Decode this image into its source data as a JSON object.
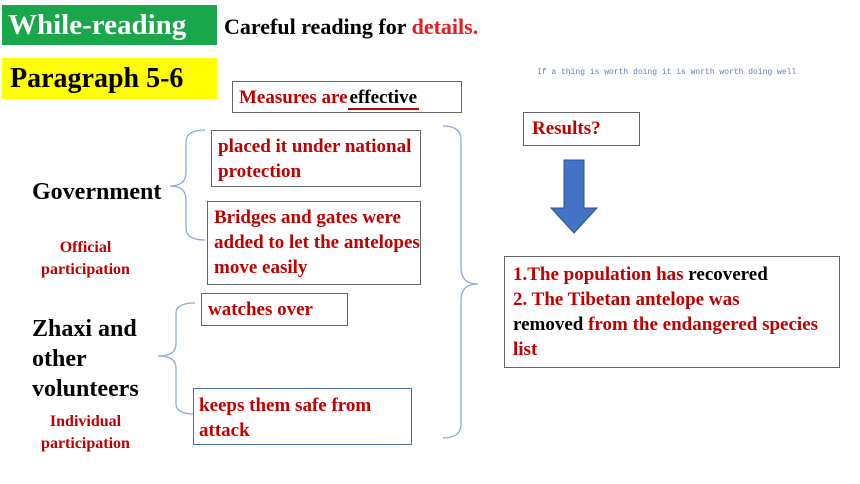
{
  "header": {
    "badge": "While-reading",
    "subtitle_text": "Careful reading for ",
    "subtitle_highlight": "details."
  },
  "section": {
    "badge": "Paragraph 5-6"
  },
  "motto": "If a thing is worth doing it is worth worth doing well",
  "measures": {
    "prefix": "Measures are",
    "blank": "effective"
  },
  "government": {
    "label": "Government",
    "note": "Official participation",
    "actions": [
      "placed it under national protection",
      "Bridges and gates were added to let the antelopes move easily"
    ]
  },
  "volunteers": {
    "label": "Zhaxi and other volunteers",
    "note": "Individual participation",
    "actions": [
      "watches over",
      "keeps them safe from attack"
    ]
  },
  "results": {
    "question": "Results?",
    "line1_red": "1.The population has ",
    "line1_black": "recovered",
    "line2_red": "2. The Tibetan antelope was ",
    "line2_black": "removed ",
    "line2_red_tail": "from the endangered species list"
  },
  "colors": {
    "green_badge": "#1aa64b",
    "yellow_badge": "#ffff00",
    "accent_red": "#c00000",
    "arrow_blue": "#4472c4",
    "brace_blue": "#8eaadb"
  }
}
